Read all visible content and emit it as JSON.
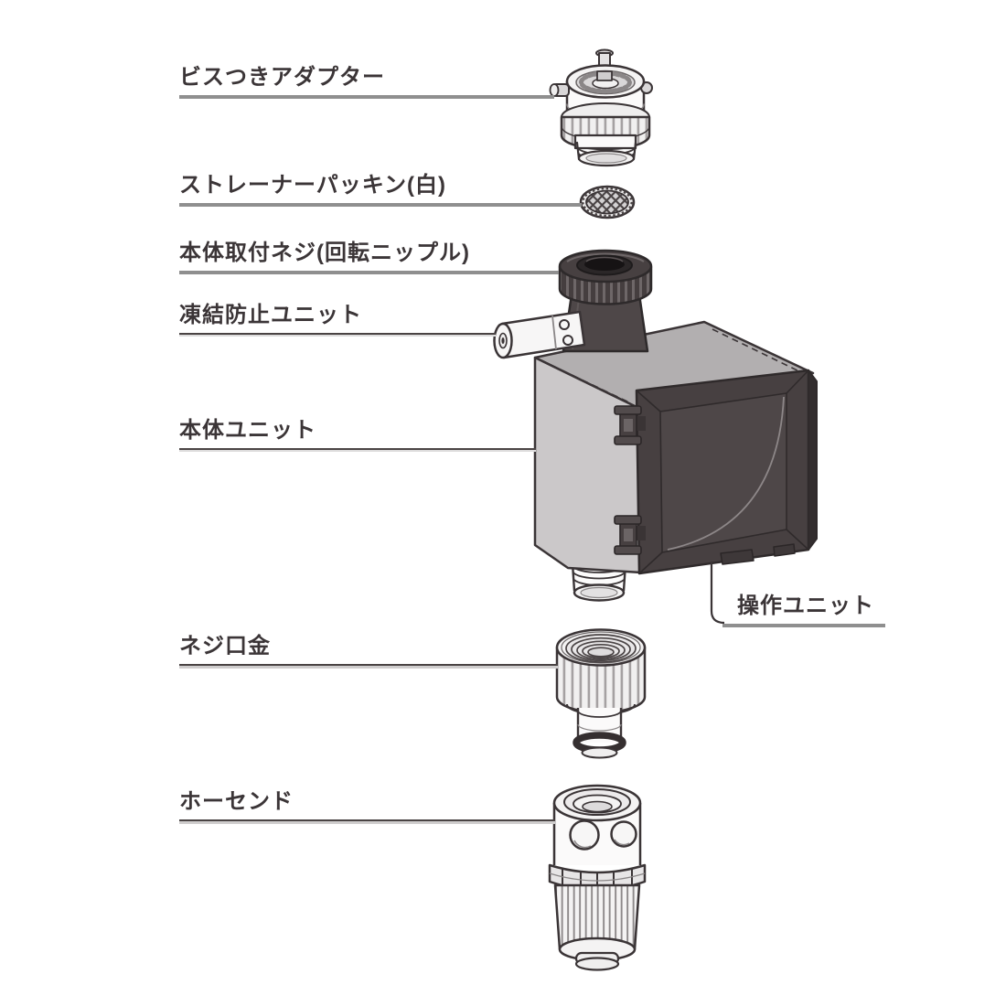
{
  "diagram": {
    "parts": [
      {
        "id": "adapter",
        "label": "ビスつきアダプター"
      },
      {
        "id": "strainer-packing",
        "label": "ストレーナーパッキン(白)"
      },
      {
        "id": "mounting-screw",
        "label": "本体取付ネジ(回転ニップル)"
      },
      {
        "id": "freeze-prevention",
        "label": "凍結防止ユニット"
      },
      {
        "id": "main-unit",
        "label": "本体ユニット"
      },
      {
        "id": "control-unit",
        "label": "操作ユニット"
      },
      {
        "id": "screw-fitting",
        "label": "ネジ口金"
      },
      {
        "id": "hose-end",
        "label": "ホーセンド"
      }
    ],
    "colors": {
      "outline": "#3a3436",
      "dark_part": "#474041",
      "body_top_face": "#b2afb0",
      "body_left_face": "#cbc8c9",
      "light_part": "#f4f3f3",
      "label_text": "#3b3537",
      "leader_gray": "#8f8f8f",
      "leader_dark": "#4a4444",
      "background": "#ffffff"
    }
  }
}
